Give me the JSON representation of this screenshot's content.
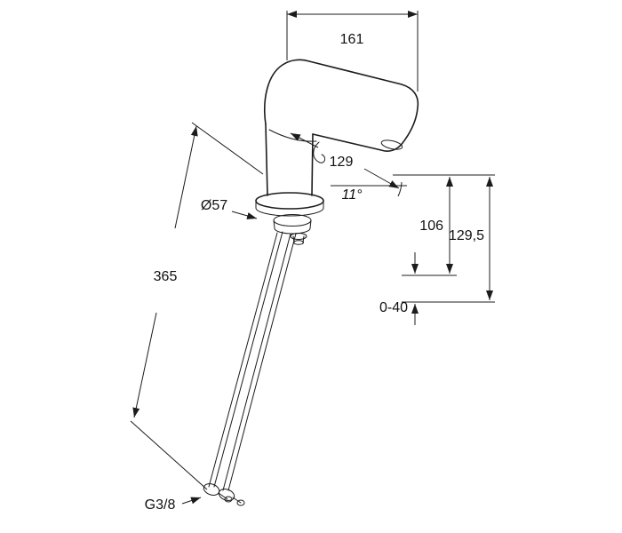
{
  "dimensions": {
    "top_width": "161",
    "spout_projection": "129",
    "spout_angle": "11°",
    "base_diameter": "Ø57",
    "aerator_height": "106",
    "total_height": "129,5",
    "mounting_depth": "0-40",
    "hose_length": "365",
    "thread_size": "G3/8"
  },
  "colors": {
    "line": "#1c1c1c",
    "background": "#ffffff"
  }
}
